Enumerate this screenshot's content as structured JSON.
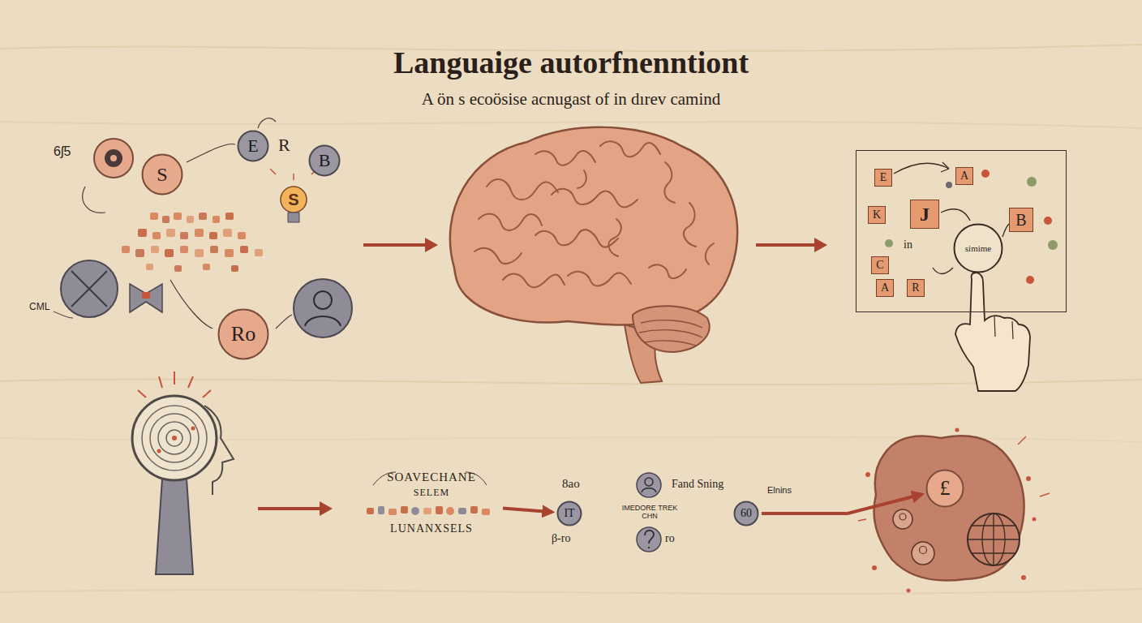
{
  "diagram": {
    "title": "Languaige autorfnenntiont",
    "nodes": [
      {
        "text": [
          "S"
        ]
      },
      {
        "text": [
          "E"
        ]
      },
      {
        "text": [
          "B"
        ]
      },
      {
        "text": [
          "Ro"
        ]
      },
      {
        "text": [
          "in"
        ]
      },
      {
        "text": [
          "E"
        ],
        "in": 4
      },
      {
        "text": [
          "A"
        ],
        "in": 4
      },
      {
        "text": [
          "K"
        ],
        "in": 4
      },
      {
        "text": [
          "J"
        ],
        "in": 4
      },
      {
        "text": [
          "B"
        ],
        "in": 4
      },
      {
        "text": [
          "simime"
        ],
        "in": 4
      },
      {
        "text": [
          "C"
        ],
        "in": 4
      },
      {
        "text": [
          "A"
        ],
        "in": 4
      },
      {
        "text": [
          "R"
        ],
        "in": 4
      },
      {
        "text": [
          "SOAVECHANE",
          "SELEM",
          "LUNANXSELS"
        ]
      },
      {
        "text": [
          "IT"
        ]
      },
      {
        "text": [
          "60"
        ]
      },
      {
        "text": [
          "£"
        ]
      }
    ],
    "edges": [
      {
        "from": 14,
        "to": 15,
        "arrow": "to"
      },
      {
        "from": 16,
        "to": 17,
        "arrow": "to"
      }
    ],
    "labels": [
      "A ön s ecoösise acnugast of in dırev camind",
      "6ʃ5",
      "R",
      "S",
      "CML",
      "8ao",
      "Fand Sning",
      "IMEDORE TREK CHN",
      "Elnins",
      "β-ro",
      "ro"
    ]
  }
}
